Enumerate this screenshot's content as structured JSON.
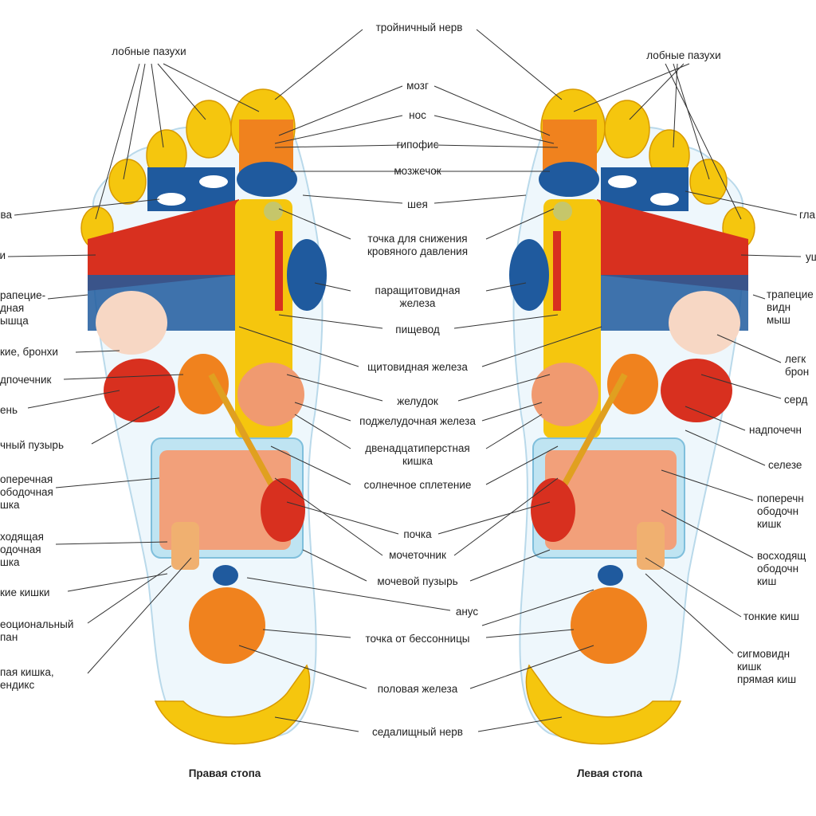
{
  "feet": {
    "right": "Правая стопа",
    "left": "Левая стопа"
  },
  "center_labels": [
    "тройничный нерв",
    "мозг",
    "нос",
    "гипофис",
    "мозжечок",
    "шея",
    "точка для снижения\nкровяного давления",
    "паращитовидная\nжелеза",
    "пищевод",
    "щитовидная железа",
    "желудок",
    "поджелудочная железа",
    "двенадцатиперстная\nкишка",
    "солнечное сплетение",
    "почка",
    "мочеточник",
    "мочевой пузырь",
    "анус",
    "точка от бессонницы",
    "половая железа",
    "седалищный нерв"
  ],
  "top_labels": {
    "left": "лобные пазухи",
    "right": "лобные пазухи"
  },
  "left_labels": [
    "ва",
    "и",
    "рапецие-\nдная\nышца",
    "кие, бронхи",
    "дпочечник",
    "ень",
    "чный пузырь",
    "оперечная\nободочная\nшка",
    "ходящая\nодочная\nшка",
    "кие кишки",
    "еоциональный\nпан",
    "пая кишка,\nендикс"
  ],
  "right_labels": [
    "гла",
    "уш",
    "трапецие\nвидн\nмыш",
    "легк\nброн",
    "серд",
    "надпочечн",
    "селезе",
    "поперечн\nободочн\nкишк",
    "восходящ\nободочн\nкиш",
    "тонкие киш",
    "сигмовидн\nкишк\nпрямая киш"
  ],
  "colors": {
    "orange": "#f0821e",
    "yellow": "#f5c60e",
    "blue": "#1f5a9e",
    "red": "#d8301f",
    "light_blue": "#bfe4f2",
    "intestine": "#f2a07a"
  }
}
